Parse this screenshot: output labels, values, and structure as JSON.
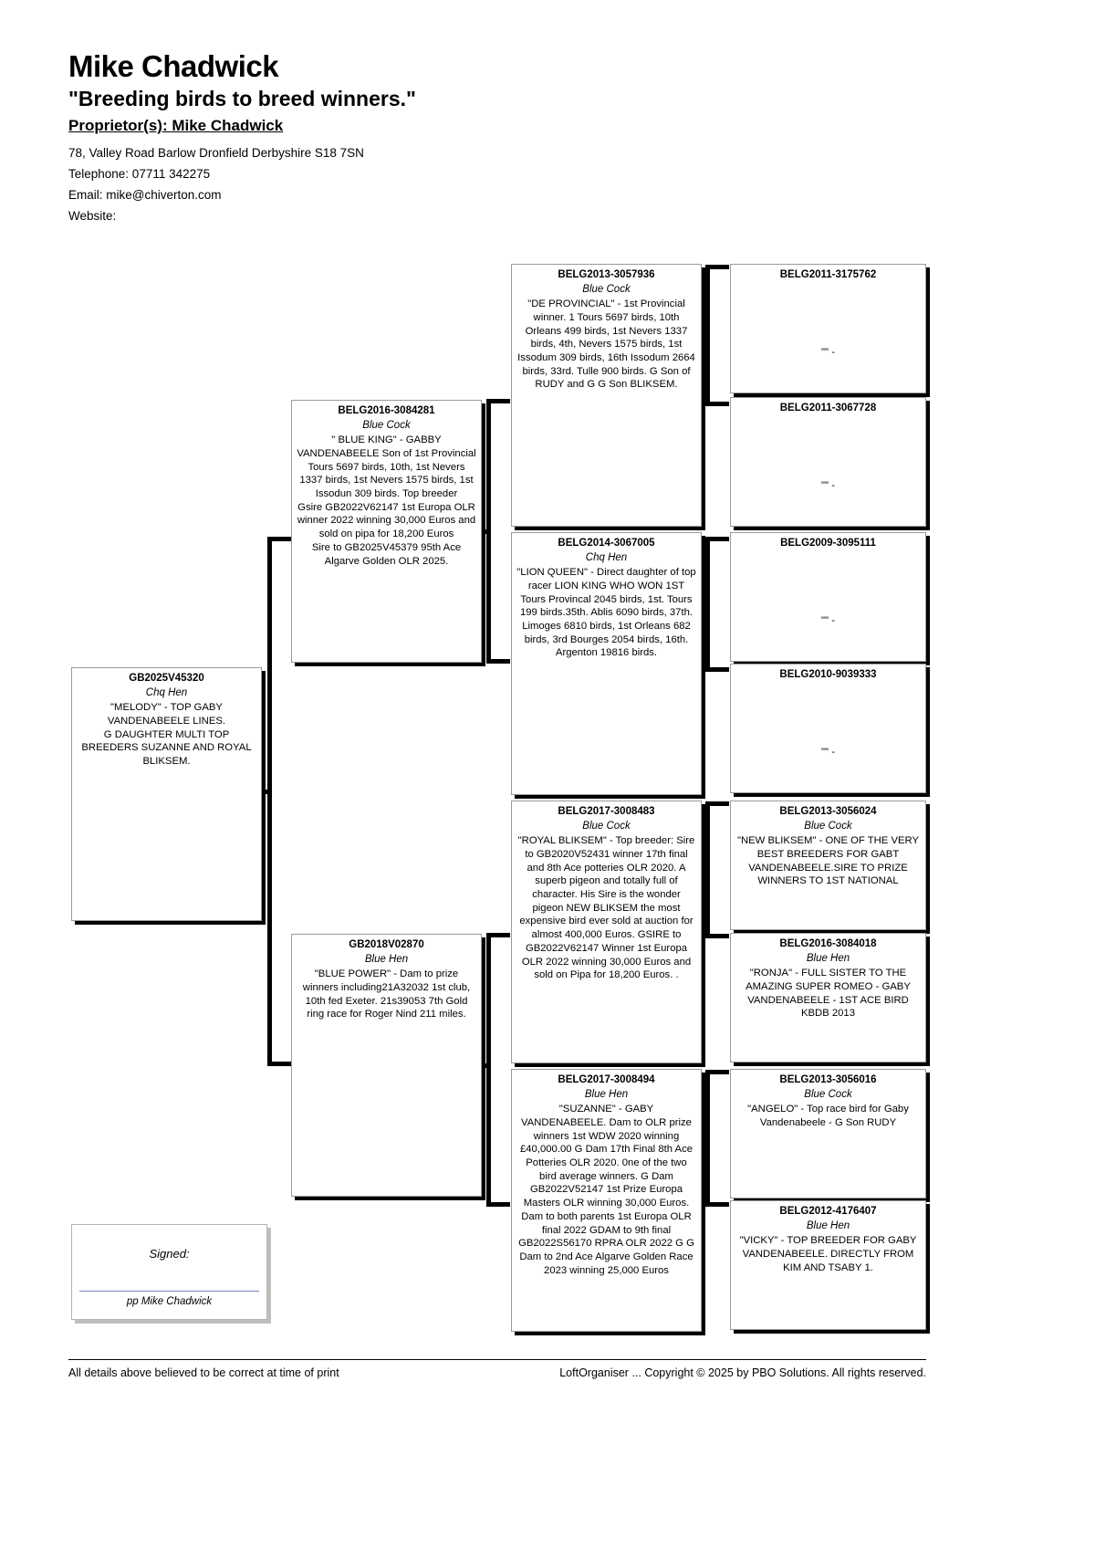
{
  "header": {
    "loft_name": "Mike Chadwick",
    "motto": "\"Breeding birds to breed winners.\"",
    "proprietor": "Proprietor(s): Mike Chadwick",
    "address": "78, Valley Road Barlow Dronfield Derbyshire  S18 7SN",
    "telephone": "Telephone: 07711 342275",
    "email": "Email: mike@chiverton.com",
    "website": "Website:"
  },
  "signature": {
    "signed_label": "Signed:",
    "signed_by": "pp Mike Chadwick"
  },
  "footer": {
    "left": "All details above believed to be correct at time of print",
    "right": "LoftOrganiser ... Copyright © 2025 by PBO Solutions. All rights reserved."
  },
  "pedigree": {
    "subject": {
      "ring": "GB2025V45320",
      "sex": "Chq Hen",
      "notes": "\"MELODY\" - TOP GABY VANDENABEELE LINES.\nG DAUGHTER MULTI TOP BREEDERS SUZANNE AND ROYAL BLIKSEM."
    },
    "gen1": [
      {
        "ring": "BELG2016-3084281",
        "sex": "Blue Cock",
        "notes": "\" BLUE KING\" - GABBY VANDENABEELE Son of 1st Provincial Tours 5697 birds, 10th, 1st Nevers 1337 birds, 1st Nevers 1575 birds, 1st Issodun 309 birds. Top breeder\nGsire GB2022V62147 1st Europa OLR winner 2022 winning 30,000 Euros and sold on pipa for 18,200 Euros\nSire to GB2025V45379 95th Ace Algarve Golden OLR 2025."
      },
      {
        "ring": "GB2018V02870",
        "sex": "Blue Hen",
        "notes": "\"BLUE POWER\" - Dam to prize winners including21A32032 1st club, 10th fed Exeter. 21s39053 7th Gold ring race for Roger Nind 211 miles."
      }
    ],
    "gen2": [
      {
        "ring": "BELG2013-3057936",
        "sex": "Blue Cock",
        "notes": "\"DE PROVINCIAL\" - 1st Provincial winner.   1 Tours 5697 birds, 10th Orleans 499 birds, 1st Nevers 1337 birds, 4th, Nevers 1575 birds, 1st Issodum 309 birds, 16th Issodum 2664 birds, 33rd. Tulle 900 birds.  G Son of RUDY and G G Son BLIKSEM."
      },
      {
        "ring": "BELG2014-3067005",
        "sex": "Chq Hen",
        "notes": "\"LION QUEEN\" - Direct daughter of top racer LION KING WHO WON 1ST Tours Provincal 2045 birds, 1st. Tours 199 birds.35th. Ablis 6090 birds, 37th. Limoges 6810 birds, 1st Orleans 682 birds, 3rd Bourges 2054 birds, 16th. Argenton 19816 birds."
      },
      {
        "ring": "BELG2017-3008483",
        "sex": "Blue Cock",
        "notes": "\"ROYAL BLIKSEM\" - Top breeder: Sire to GB2020V52431 winner 17th final and 8th Ace potteries OLR 2020. A superb pigeon and totally full of character.    His Sire is the wonder pigeon NEW BLIKSEM the most expensive bird ever sold at auction for almost 400,000 Euros.   GSIRE to GB2022V62147 Winner 1st Europa OLR 2022 winning 30,000 Euros and sold on Pipa for 18,200 Euros. ."
      },
      {
        "ring": "BELG2017-3008494",
        "sex": "Blue Hen",
        "notes": "\"SUZANNE\" - GABY VANDENABEELE.  Dam to OLR prize winners 1st WDW 2020 winning £40,000.00   G Dam 17th Final 8th Ace Potteries OLR 2020. 0ne of the two bird average winners. G Dam GB2022V52147 1st Prize Europa Masters OLR winning 30,000 Euros. Dam to both parents 1st Europa OLR final 2022 GDAM to 9th final GB2022S56170 RPRA OLR 2022 G G Dam to 2nd Ace Algarve Golden Race 2023 winning 25,000 Euros"
      }
    ],
    "gen3": [
      {
        "ring": "BELG2011-3175762",
        "sex": "",
        "notes": "\"\" -"
      },
      {
        "ring": "BELG2011-3067728",
        "sex": "",
        "notes": "\"\" -"
      },
      {
        "ring": "BELG2009-3095111",
        "sex": "",
        "notes": "\"\" -"
      },
      {
        "ring": "BELG2010-9039333",
        "sex": "",
        "notes": "\"\" -"
      },
      {
        "ring": "BELG2013-3056024",
        "sex": "Blue Cock",
        "notes": "\"NEW BLIKSEM\" - ONE OF THE VERY BEST BREEDERS FOR GABT VANDENABEELE.SIRE TO PRIZE WINNERS TO 1ST NATIONAL"
      },
      {
        "ring": "BELG2016-3084018",
        "sex": "Blue Hen",
        "notes": "\"RONJA\" - FULL SISTER TO THE AMAZING SUPER ROMEO - GABY VANDENABEELE - 1ST ACE BIRD KBDB 2013"
      },
      {
        "ring": "BELG2013-3056016",
        "sex": "Blue Cock",
        "notes": "\"ANGELO\" - Top race bird for Gaby Vandenabeele - G Son RUDY"
      },
      {
        "ring": "BELG2012-4176407",
        "sex": "Blue Hen",
        "notes": "\"VICKY\" - TOP BREEDER FOR GABY VANDENABEELE. DIRECTLY FROM KIM AND TSABY 1."
      }
    ]
  }
}
